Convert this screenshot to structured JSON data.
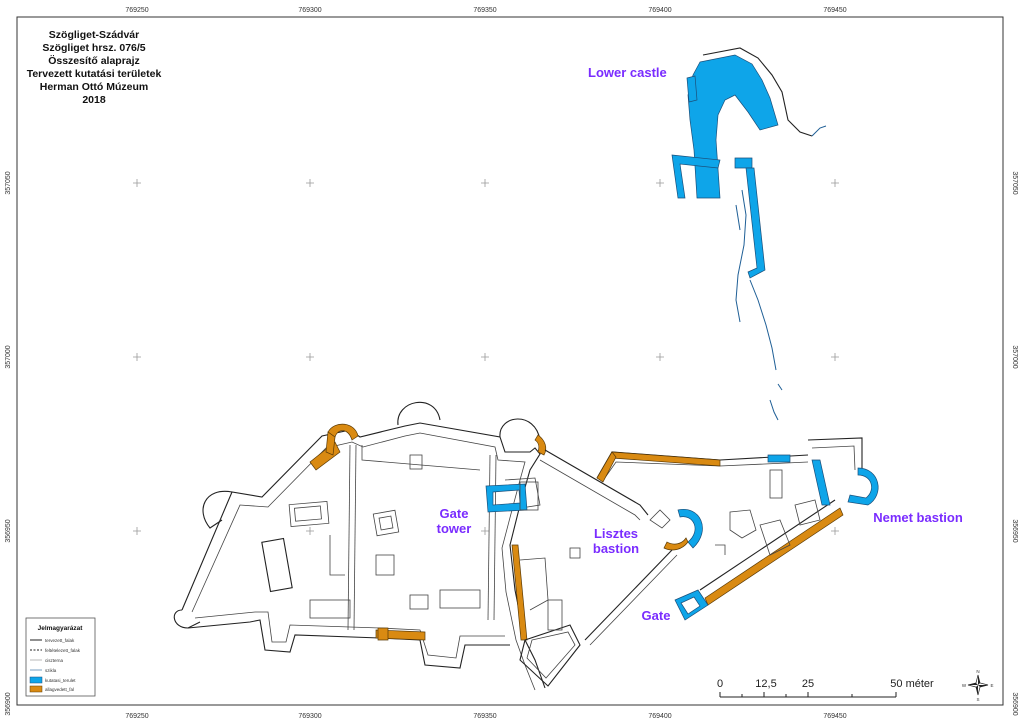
{
  "title_lines": [
    "Szögliget-Szádvár",
    "Szögliget hrsz. 076/5",
    "Összesítő alaprajz",
    "Tervezett kutatási területek",
    "Herman Ottó Múzeum",
    "2018"
  ],
  "x_coords": [
    "769250",
    "769300",
    "769350",
    "769400",
    "769450"
  ],
  "y_coords": [
    "357050",
    "357000",
    "356950",
    "356900"
  ],
  "labels": {
    "lower_castle": "Lower castle",
    "gate_tower_1": "Gate",
    "gate_tower_2": "tower",
    "lisztes_1": "Lisztes",
    "lisztes_2": "bastion",
    "gate": "Gate",
    "nemet": "Nemet bastion"
  },
  "legend": {
    "title": "Jelmagyarázat",
    "items": [
      {
        "label": "tervezett_falak",
        "type": "solid"
      },
      {
        "label": "feltételezett_falak",
        "type": "dashed"
      },
      {
        "label": "ciszterna",
        "type": "thin"
      },
      {
        "label": "szikla",
        "type": "thin-blue"
      },
      {
        "label": "kutatasi_terulet",
        "type": "fill",
        "color": "#0ea5e9"
      },
      {
        "label": "allagvedett_fal",
        "type": "fill",
        "color": "#d98a12"
      }
    ]
  },
  "scale": {
    "labels": [
      "0",
      "12,5",
      "25",
      "50 méter"
    ]
  },
  "colors": {
    "research_area": "#0ea5e9",
    "protected_wall": "#d98a12",
    "label": "#7a2cff"
  },
  "north_arrow": {
    "n": "N",
    "s": "S",
    "e": "E",
    "w": "W"
  }
}
